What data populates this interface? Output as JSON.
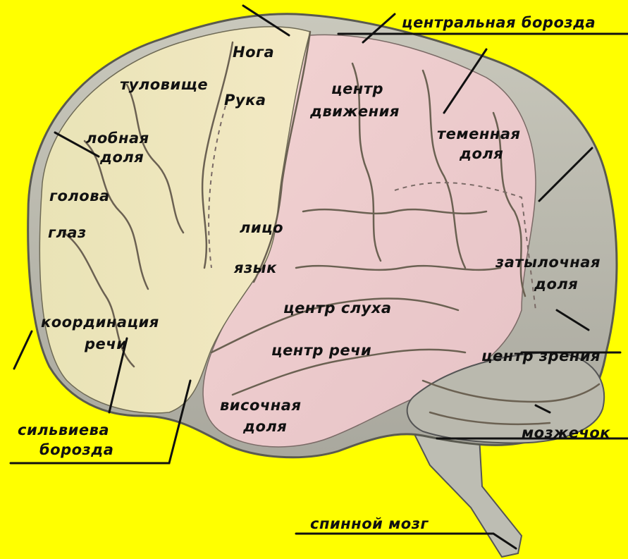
{
  "diagram": {
    "background_color": "#ffff00",
    "label_color": "#111111",
    "labels": {
      "noga": "Нога",
      "tulovishche": "туловище",
      "ruka": "Рука",
      "centr_dvizheniya_1": "центр",
      "centr_dvizheniya_2": "движения",
      "centralnaya_borozda": "центральная борозда",
      "lobnaya_dolya_1": "лобная",
      "lobnaya_dolya_2": "доля",
      "golova": "голова",
      "glaz": "глаз",
      "temennaya_dolya_1": "теменная",
      "temennaya_dolya_2": "доля",
      "lico": "лицо",
      "yazyk": "язык",
      "zatylochnaya_dolya_1": "затылочная",
      "zatylochnaya_dolya_2": "доля",
      "centr_slukha": "центр слуха",
      "koordinaciya_rechi_1": "координация",
      "koordinaciya_rechi_2": "речи",
      "centr_rechi": "центр речи",
      "centr_zreniya": "центр зрения",
      "visochnaya_dolya_1": "височная",
      "visochnaya_dolya_2": "доля",
      "silvieva_borozda_1": "сильвиева",
      "silvieva_borozda_2": "борозда",
      "mozzhechok": "мозжечок",
      "spinnoy_mozg": "спинной мозг"
    }
  }
}
